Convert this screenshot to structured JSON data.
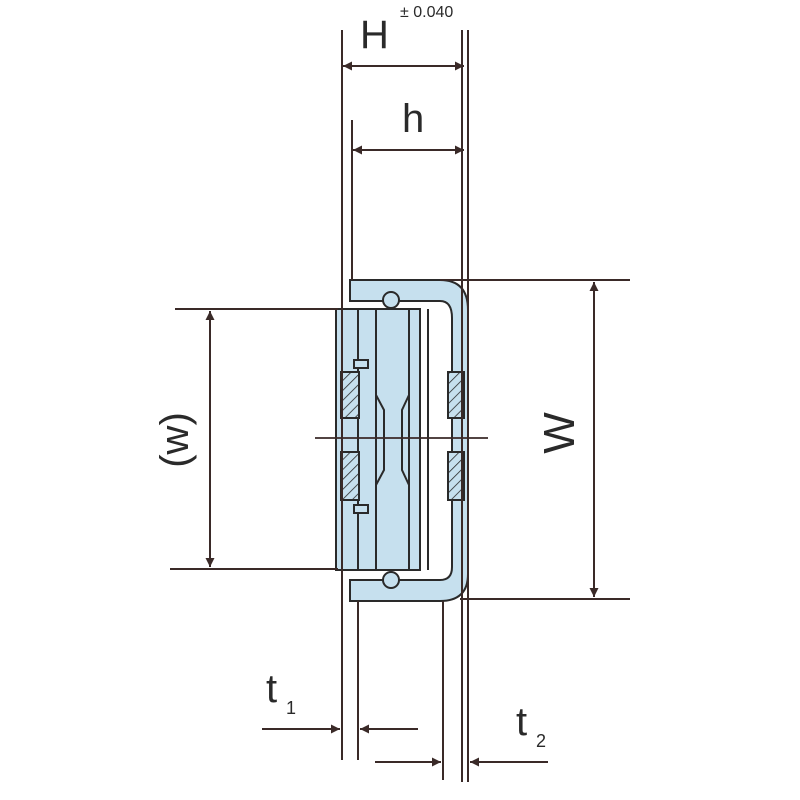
{
  "diagram": {
    "labels": {
      "H": "H",
      "H_tolerance": "± 0.040",
      "h": "h",
      "w": "(w)",
      "W": "W",
      "t1": "t",
      "t1_sub": "1",
      "t2": "t",
      "t2_sub": "2"
    },
    "colors": {
      "line": "#3a2a28",
      "part_fill": "#c6e0ee",
      "part_stroke": "#2a2a2a"
    }
  }
}
